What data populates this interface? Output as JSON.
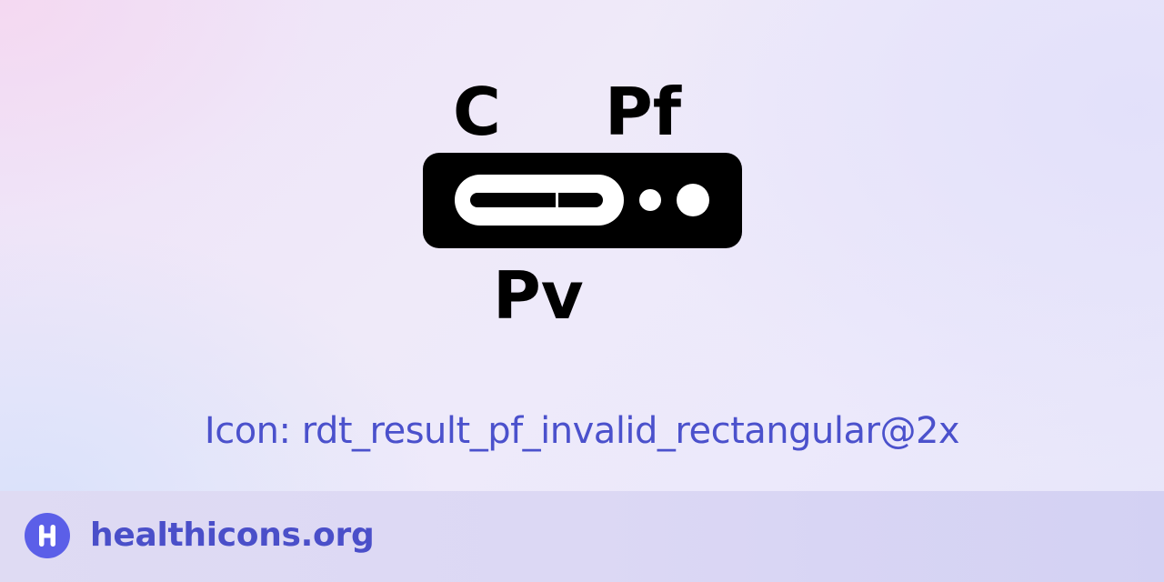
{
  "icon": {
    "name": "rdt-result-pf-invalid-rectangular-icon",
    "label_c": "C",
    "label_pf": "Pf",
    "label_pv": "Pv",
    "color": "#000000"
  },
  "caption": {
    "text": "Icon: rdt_result_pf_invalid_rectangular@2x"
  },
  "footer": {
    "logo_icon": "healthicons-logo-icon",
    "site_name": "healthicons.org"
  },
  "colors": {
    "caption": "#4b51cc",
    "brand": "#5b5fe8",
    "footer_text": "#4a4fc9"
  }
}
